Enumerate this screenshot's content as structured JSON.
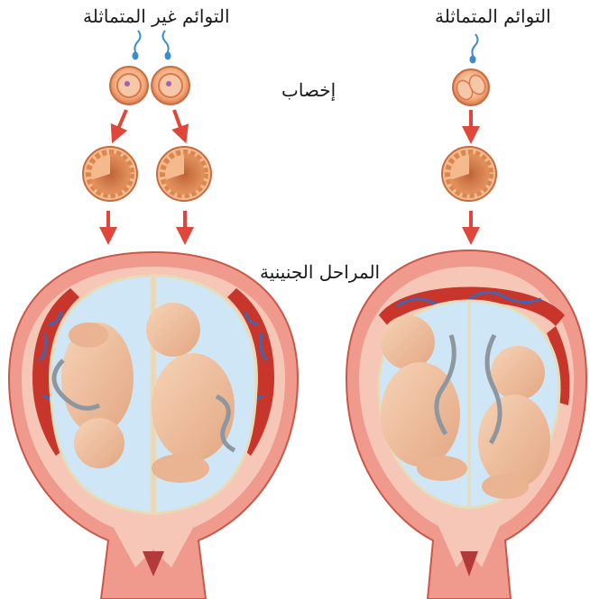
{
  "labels": {
    "fraternal_twins": "التوائم غير المتماثلة",
    "identical_twins": "التوائم المتماثلة",
    "fertilization": "إخصاب",
    "embryonic_stages": "المراحل الجنينية"
  },
  "colors": {
    "arrow": "#e0463a",
    "uterus_wall": "#e7867a",
    "amniotic_sac": "#cfe6f6",
    "placenta_red": "#c8352b",
    "placenta_blue": "#3f66b2",
    "baby_skin": "#f1c4a2",
    "egg": "#f0a473"
  }
}
